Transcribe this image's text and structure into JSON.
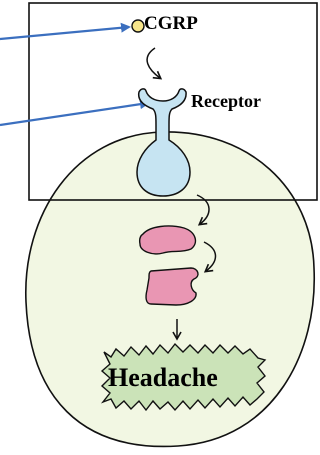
{
  "labels": {
    "cgrp": "CGRP",
    "receptor": "Receptor",
    "headache": "Headache"
  },
  "colors": {
    "cell_fill": "#f2f7e3",
    "receptor_fill": "#c6e4f2",
    "organelle_fill": "#e996b3",
    "headache_fill": "#cbe3b8",
    "cgrp_dot": "#f7e58a",
    "pointer_arrow": "#3b6fbf",
    "outline": "#111111"
  }
}
